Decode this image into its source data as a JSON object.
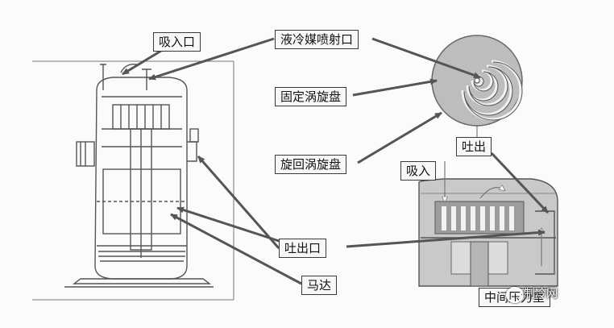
{
  "labels": {
    "suction_port": "吸入口",
    "liquid_injection_port": "液冷媒喷射口",
    "fixed_scroll": "固定涡旋盘",
    "orbiting_scroll": "旋回涡旋盘",
    "discharge_port": "吐出口",
    "motor": "马达",
    "discharge": "吐出",
    "suction": "吸入",
    "mid_pressure_chamber": "中间压力室"
  },
  "watermark": {
    "text": "制冷网",
    "icon": "wechat-icon"
  },
  "colors": {
    "arrow": "#555555",
    "box_border": "#3a3a3a",
    "drawing": "#555555",
    "section_fill": "#c9c9c9"
  }
}
